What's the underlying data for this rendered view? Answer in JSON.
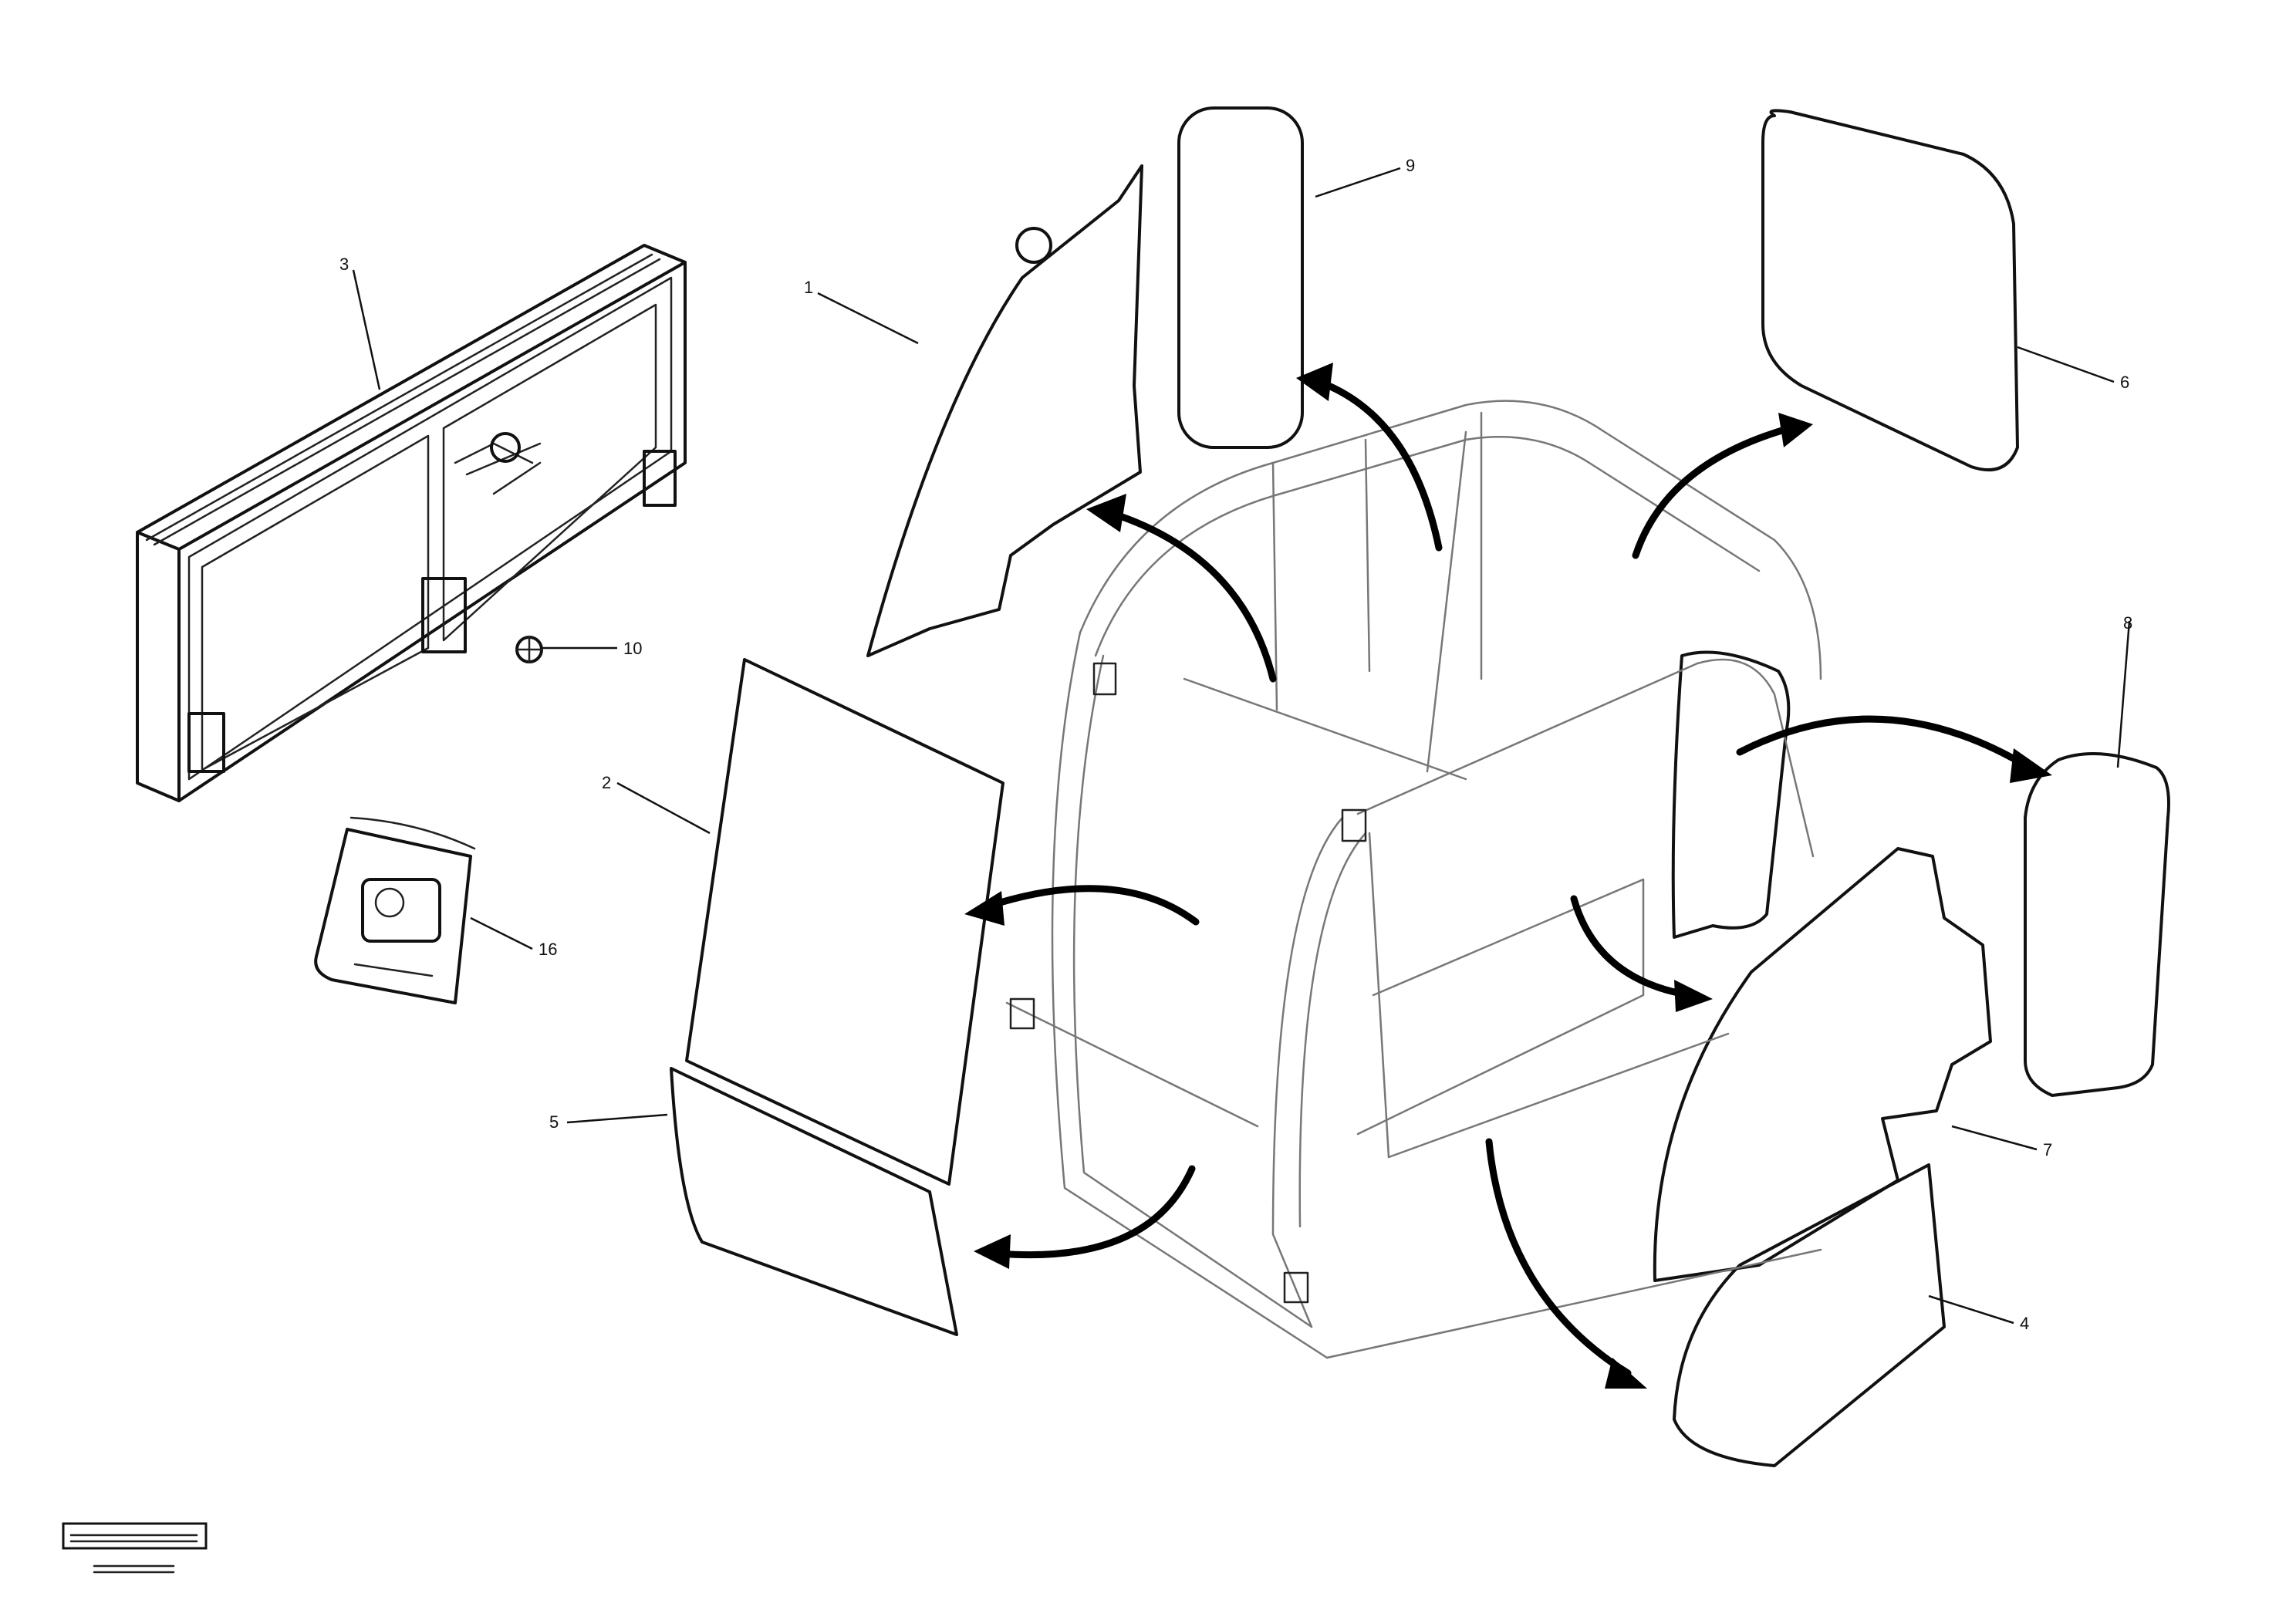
{
  "diagram": {
    "callouts": [
      "3",
      "9",
      "6",
      "8",
      "10",
      "2",
      "16",
      "1",
      "5",
      "7",
      "4"
    ],
    "drawing_code": "",
    "drawing_number": ""
  }
}
